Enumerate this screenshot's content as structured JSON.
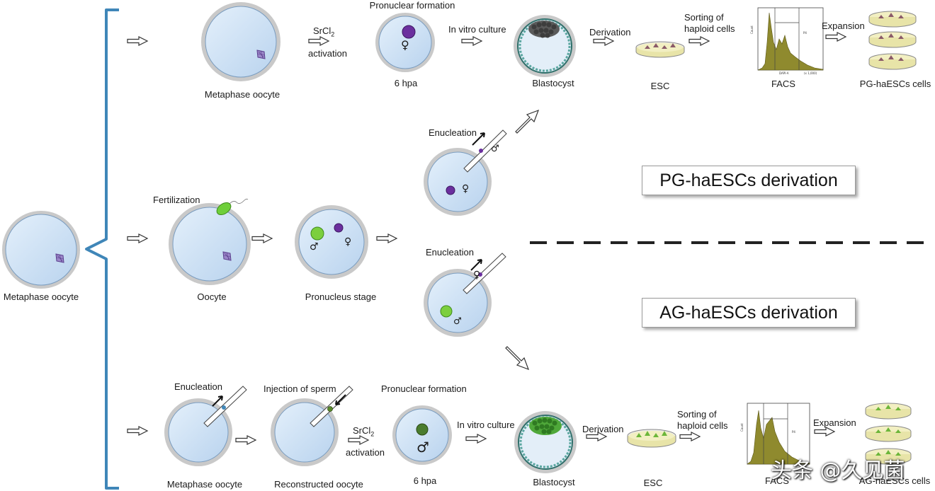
{
  "colors": {
    "cell_fill": "#c6dcf3",
    "zona": "#bdbdbd",
    "bracket": "#3f86b8",
    "female_pronucleus": "#6b2f9e",
    "male_pronucleus": "#7ccf3e",
    "blastocyst_icm_pg": "#5a5a5a",
    "blastocyst_icm_ag": "#4fa83a",
    "histogram": "#8f8a2e",
    "dish": "#e8e4a8"
  },
  "labels": {
    "metaphase_oocyte_left": "Metaphase oocyte",
    "metaphase_oocyte_top": "Metaphase oocyte",
    "pronuclear_formation_top": "Pronuclear formation",
    "srcl2_top": "SrCl",
    "srcl2_sub": "2",
    "activation_top": "activation",
    "hpa_top": "6 hpa",
    "in_vitro_culture_top": "In vitro culture",
    "blastocyst_top": "Blastocyst",
    "derivation_top": "Derivation",
    "esc_top": "ESC",
    "sorting_top_1": "Sorting of",
    "sorting_top_2": "haploid cells",
    "facs_top": "FACS",
    "expansion_top": "Expansion",
    "pg_cells": "PG-haESCs cells",
    "enucleation_mid_top": "Enucleation",
    "fertilization": "Fertilization",
    "oocyte": "Oocyte",
    "pronucleus_stage": "Pronucleus stage",
    "enucleation_mid_bottom": "Enucleation",
    "pg_box": "PG-haESCs derivation",
    "ag_box": "AG-haESCs derivation",
    "enucleation_bottom": "Enucleation",
    "injection_of_sperm": "Injection of sperm",
    "pronuclear_formation_bottom": "Pronuclear formation",
    "srcl2_bottom": "SrCl",
    "activation_bottom": "activation",
    "in_vitro_culture_bottom": "In vitro culture",
    "derivation_bottom": "Derivation",
    "sorting_bottom_1": "Sorting of",
    "sorting_bottom_2": "haploid cells",
    "expansion_bottom": "Expansion",
    "metaphase_oocyte_bottom": "Metaphase oocyte",
    "reconstructed_oocyte": "Reconstructed oocyte",
    "hpa_bottom": "6 hpa",
    "blastocyst_bottom": "Blastocyst",
    "esc_bottom": "ESC",
    "facs_bottom": "FACS",
    "ag_cells": "AG-haESCs cells"
  },
  "symbols": {
    "female": "♀",
    "male": "♂"
  },
  "facs_plot": {
    "y_axis": "Count",
    "x_axis": "DAPI-A",
    "x_unit": "(x 1,000)",
    "gate": "P4"
  },
  "watermark": "头条 @久见菌"
}
